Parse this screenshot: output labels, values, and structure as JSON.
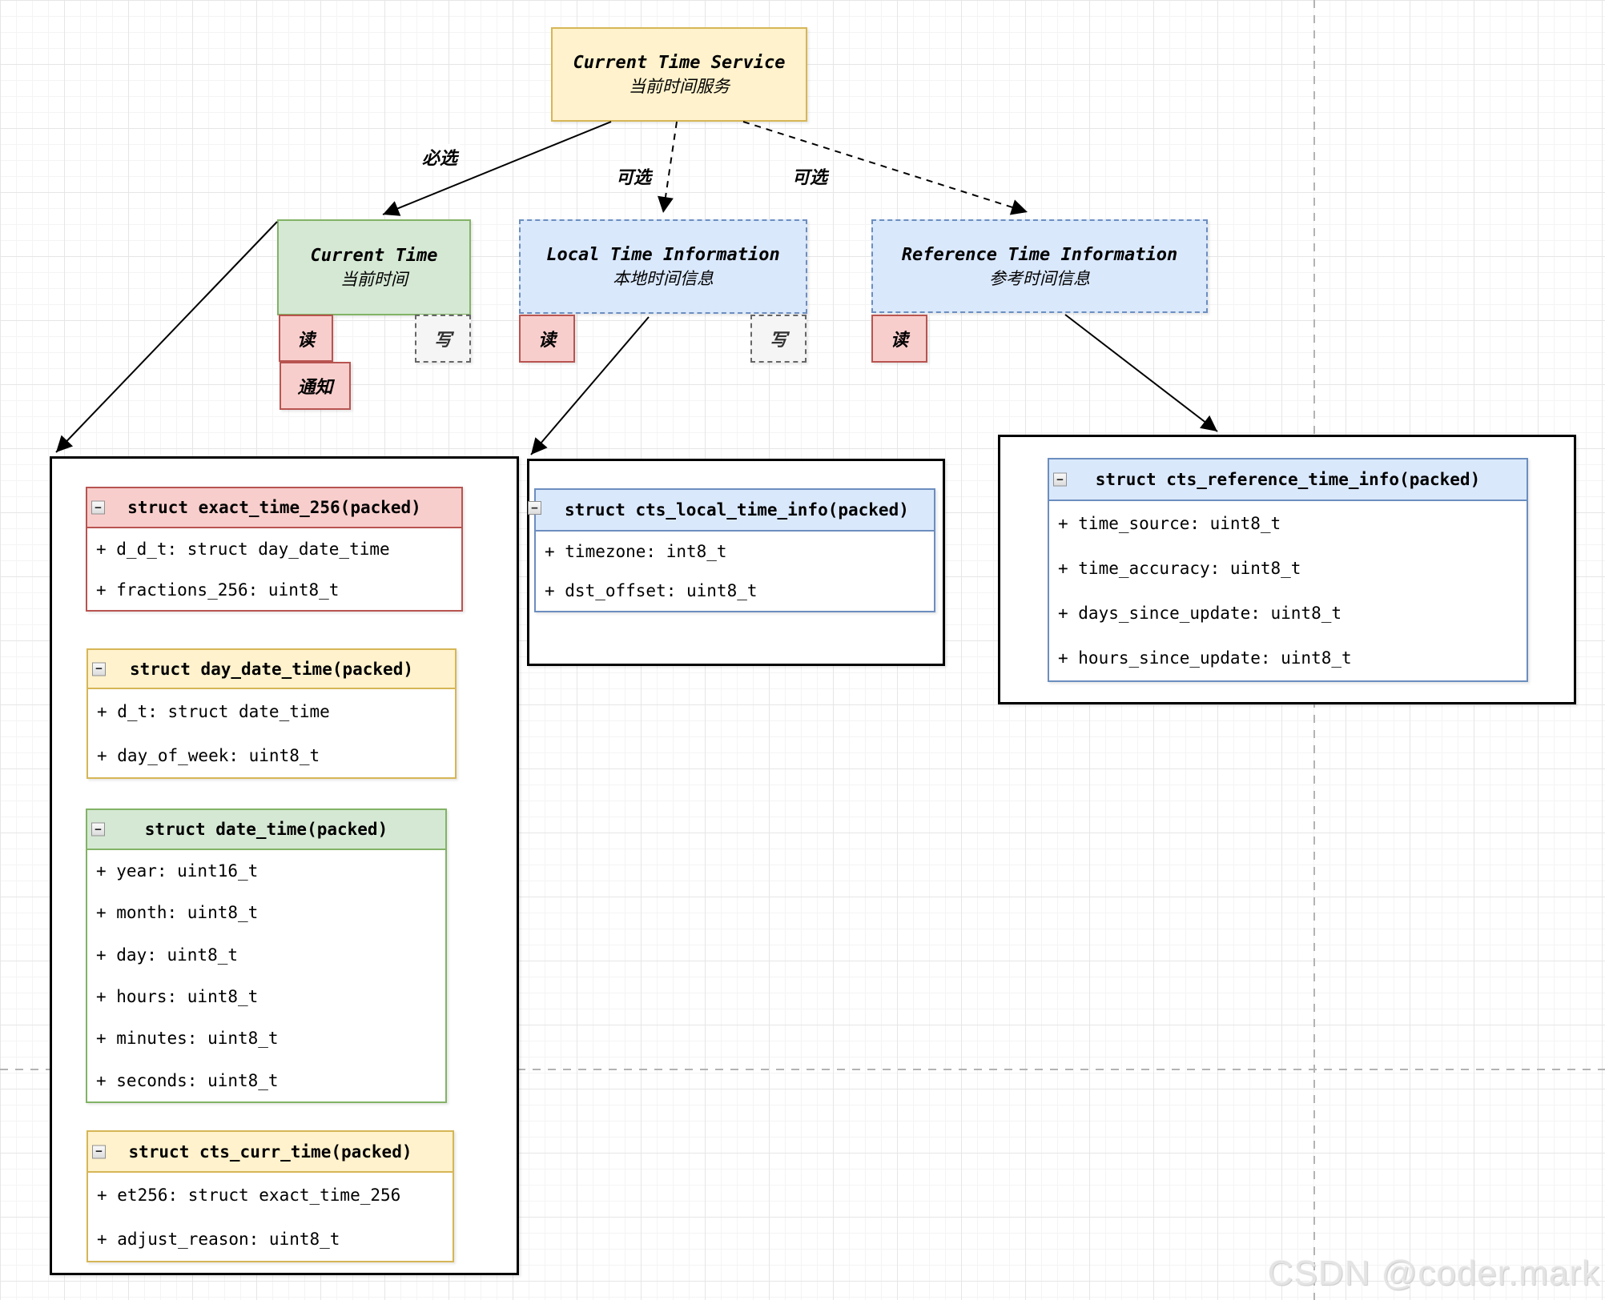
{
  "service": {
    "title": "Current Time Service",
    "subtitle": "当前时间服务"
  },
  "current_time": {
    "title": "Current Time",
    "subtitle": "当前时间",
    "props": {
      "read": "读",
      "write": "写",
      "notify": "通知"
    }
  },
  "local_time": {
    "title": "Local Time Information",
    "subtitle": "本地时间信息",
    "props": {
      "read": "读",
      "write": "写"
    }
  },
  "reference_time": {
    "title": "Reference Time Information",
    "subtitle": "参考时间信息",
    "props": {
      "read": "读"
    }
  },
  "edges": {
    "mandatory": "必选",
    "optional_local": "可选",
    "optional_reference": "可选"
  },
  "structs": {
    "exact_time_256": {
      "header": "struct exact_time_256(packed)",
      "fields": [
        "+ d_d_t: struct day_date_time",
        "+ fractions_256: uint8_t"
      ]
    },
    "day_date_time": {
      "header": "struct day_date_time(packed)",
      "fields": [
        "+ d_t: struct date_time",
        "+ day_of_week: uint8_t"
      ]
    },
    "date_time": {
      "header": "struct date_time(packed)",
      "fields": [
        "+ year: uint16_t",
        "+ month: uint8_t",
        "+ day: uint8_t",
        "+ hours: uint8_t",
        "+ minutes: uint8_t",
        "+ seconds: uint8_t"
      ]
    },
    "cts_curr_time": {
      "header": "struct cts_curr_time(packed)",
      "fields": [
        "+ et256: struct exact_time_256",
        "+ adjust_reason: uint8_t"
      ]
    },
    "cts_local_time_info": {
      "header": "struct cts_local_time_info(packed)",
      "fields": [
        "+ timezone: int8_t",
        "+ dst_offset: uint8_t"
      ]
    },
    "cts_reference_time_info": {
      "header": "struct cts_reference_time_info(packed)",
      "fields": [
        "+ time_source: uint8_t",
        "+ time_accuracy: uint8_t",
        "+ days_since_update: uint8_t",
        "+ hours_since_update: uint8_t"
      ]
    }
  },
  "collapse_glyph": "−",
  "watermark": "CSDN @coder.mark",
  "colors": {
    "yellow_fill": "#FFF2CC",
    "yellow_stroke": "#D6B656",
    "green_fill": "#D5E8D4",
    "green_stroke": "#82B366",
    "blue_fill": "#DAE8FC",
    "blue_stroke": "#6C8EBF",
    "red_fill": "#F8CECC",
    "red_stroke": "#B85450",
    "gray_fill": "#F5F5F5",
    "gray_stroke": "#666666",
    "guide": "#b3b3b3"
  }
}
